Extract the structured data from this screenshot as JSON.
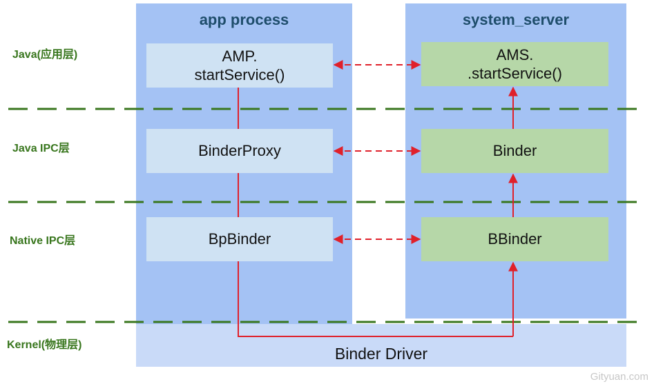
{
  "layers": [
    {
      "id": "java",
      "label": "Java(应用层)"
    },
    {
      "id": "java_ipc",
      "label": "Java IPC层"
    },
    {
      "id": "native_ipc",
      "label": "Native IPC层"
    },
    {
      "id": "kernel",
      "label": "Kernel(物理层)"
    }
  ],
  "app_process": {
    "title": "app process",
    "boxes": [
      {
        "line1": "AMP.",
        "line2": "startService()"
      },
      {
        "line1": "BinderProxy",
        "line2": ""
      },
      {
        "line1": "BpBinder",
        "line2": ""
      }
    ]
  },
  "system_server": {
    "title": "system_server",
    "boxes": [
      {
        "line1": "AMS.",
        "line2": ".startService()"
      },
      {
        "line1": "Binder",
        "line2": ""
      },
      {
        "line1": "BBinder",
        "line2": ""
      }
    ]
  },
  "kernel": {
    "driver_label": "Binder Driver"
  },
  "watermark": "Gityuan.com",
  "colors": {
    "panel": "#a4c2f4",
    "driver": "#c9daf8",
    "app_box": "#cfe2f3",
    "sys_box": "#b6d7a8",
    "layer_divider": "#38761d",
    "call_path": "#e0202a",
    "panel_title": "#1e4d6b",
    "layer_label": "#38761d"
  }
}
